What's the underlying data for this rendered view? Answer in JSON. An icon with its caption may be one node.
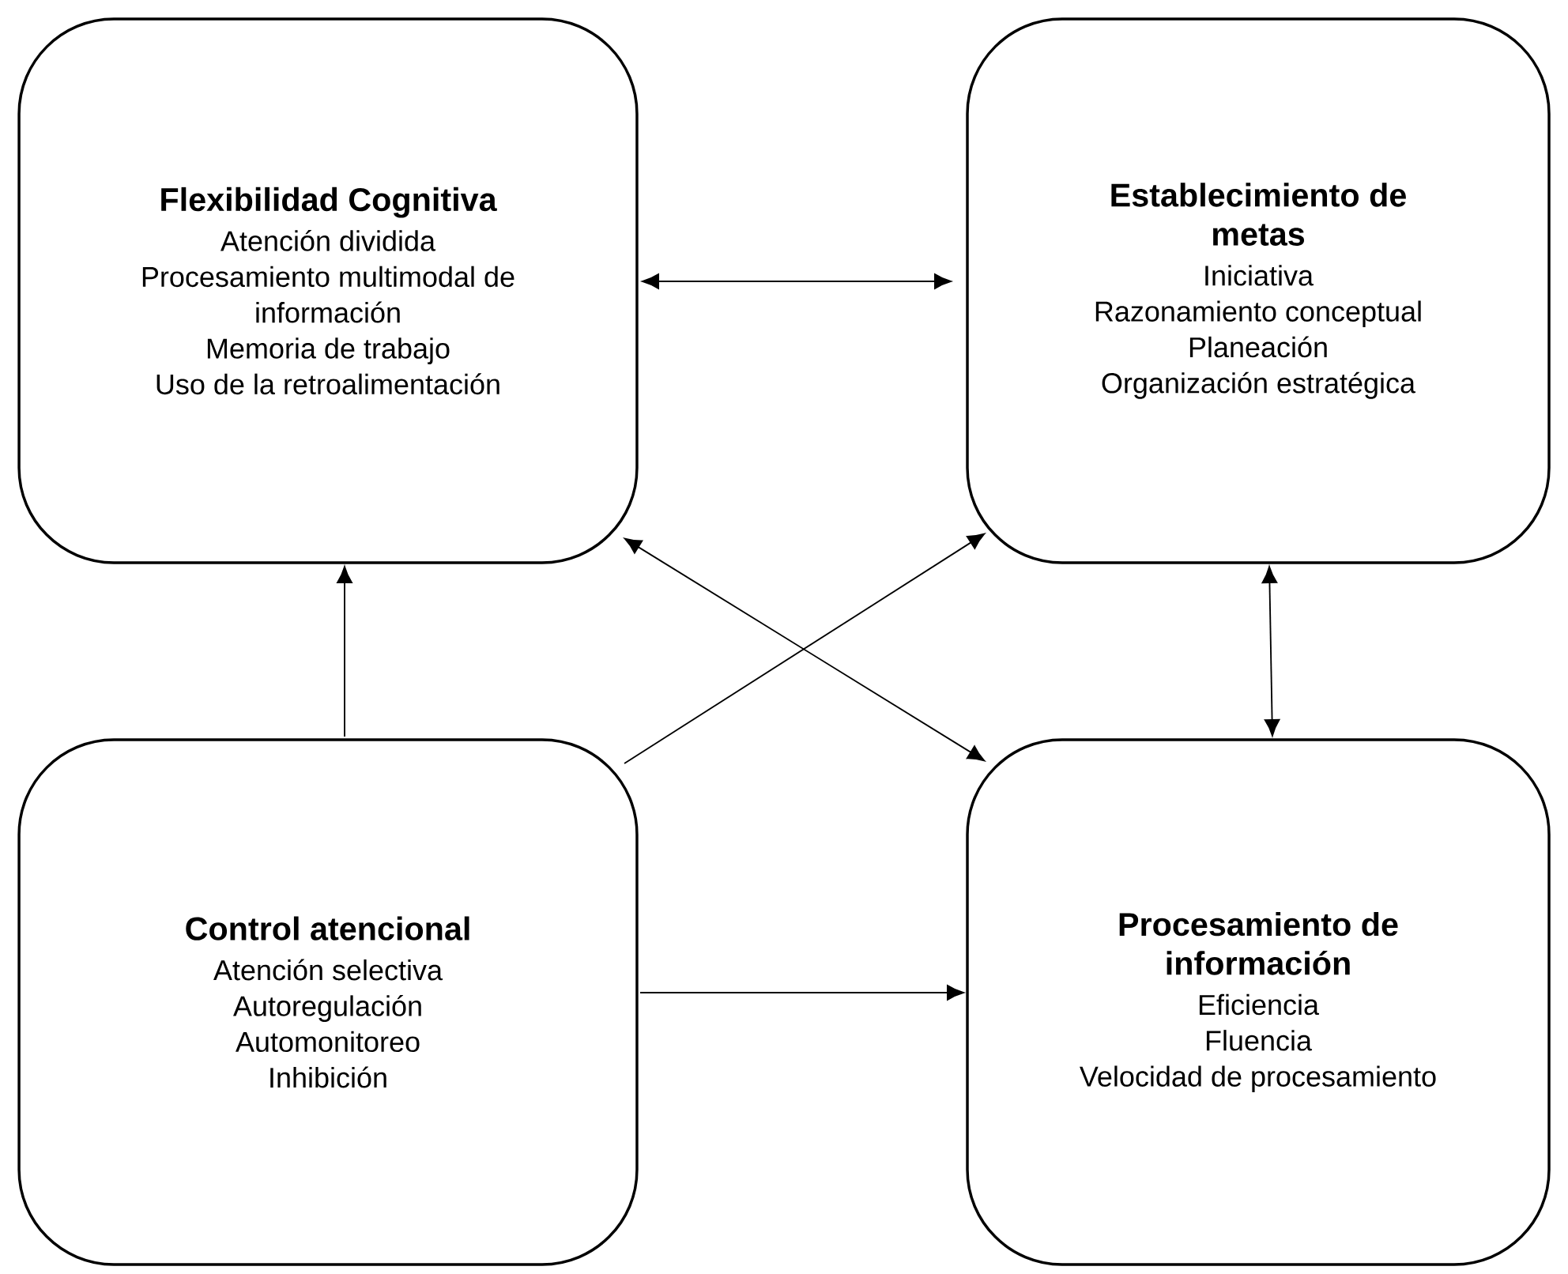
{
  "diagram": {
    "nodes": [
      {
        "text": [
          "Flexibilidad Cognitiva",
          "Atención dividida",
          "Procesamiento multimodal de información",
          "Memoria de trabajo",
          "Uso de la retroalimentación"
        ]
      },
      {
        "text": [
          "Establecimiento de metas",
          "Iniciativa",
          "Razonamiento conceptual",
          "Planeación",
          "Organización estratégica"
        ]
      },
      {
        "text": [
          "Control atencional",
          "Atención selectiva",
          "Autoregulación",
          "Automonitoreo",
          "Inhibición"
        ]
      },
      {
        "text": [
          "Procesamiento de información",
          "Eficiencia",
          "Fluencia",
          "Velocidad de procesamiento"
        ]
      }
    ],
    "edges": [
      {
        "from": 0,
        "to": 1,
        "arrow": "both"
      },
      {
        "from": 2,
        "to": 0,
        "arrow": "to"
      },
      {
        "from": 2,
        "to": 1,
        "arrow": "to"
      },
      {
        "from": 0,
        "to": 3,
        "arrow": "both"
      },
      {
        "from": 1,
        "to": 3,
        "arrow": "both"
      },
      {
        "from": 2,
        "to": 3,
        "arrow": "to"
      }
    ]
  }
}
